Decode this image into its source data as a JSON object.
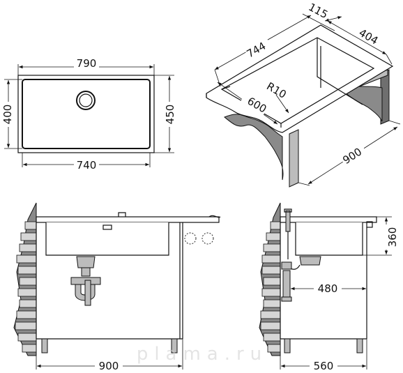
{
  "top_view": {
    "outer_width": "790",
    "inner_width": "740",
    "outer_height": "450",
    "inner_height": "400"
  },
  "iso_view": {
    "depth_top": "115",
    "width_top": "404",
    "length_top": "744",
    "corner_radius": "R10",
    "depth_front": "600",
    "cabinet": "900"
  },
  "front_view": {
    "cabinet_width": "900"
  },
  "side_view": {
    "height": "360",
    "offset": "480",
    "cabinet_depth": "560"
  },
  "watermark": "plama.ru"
}
